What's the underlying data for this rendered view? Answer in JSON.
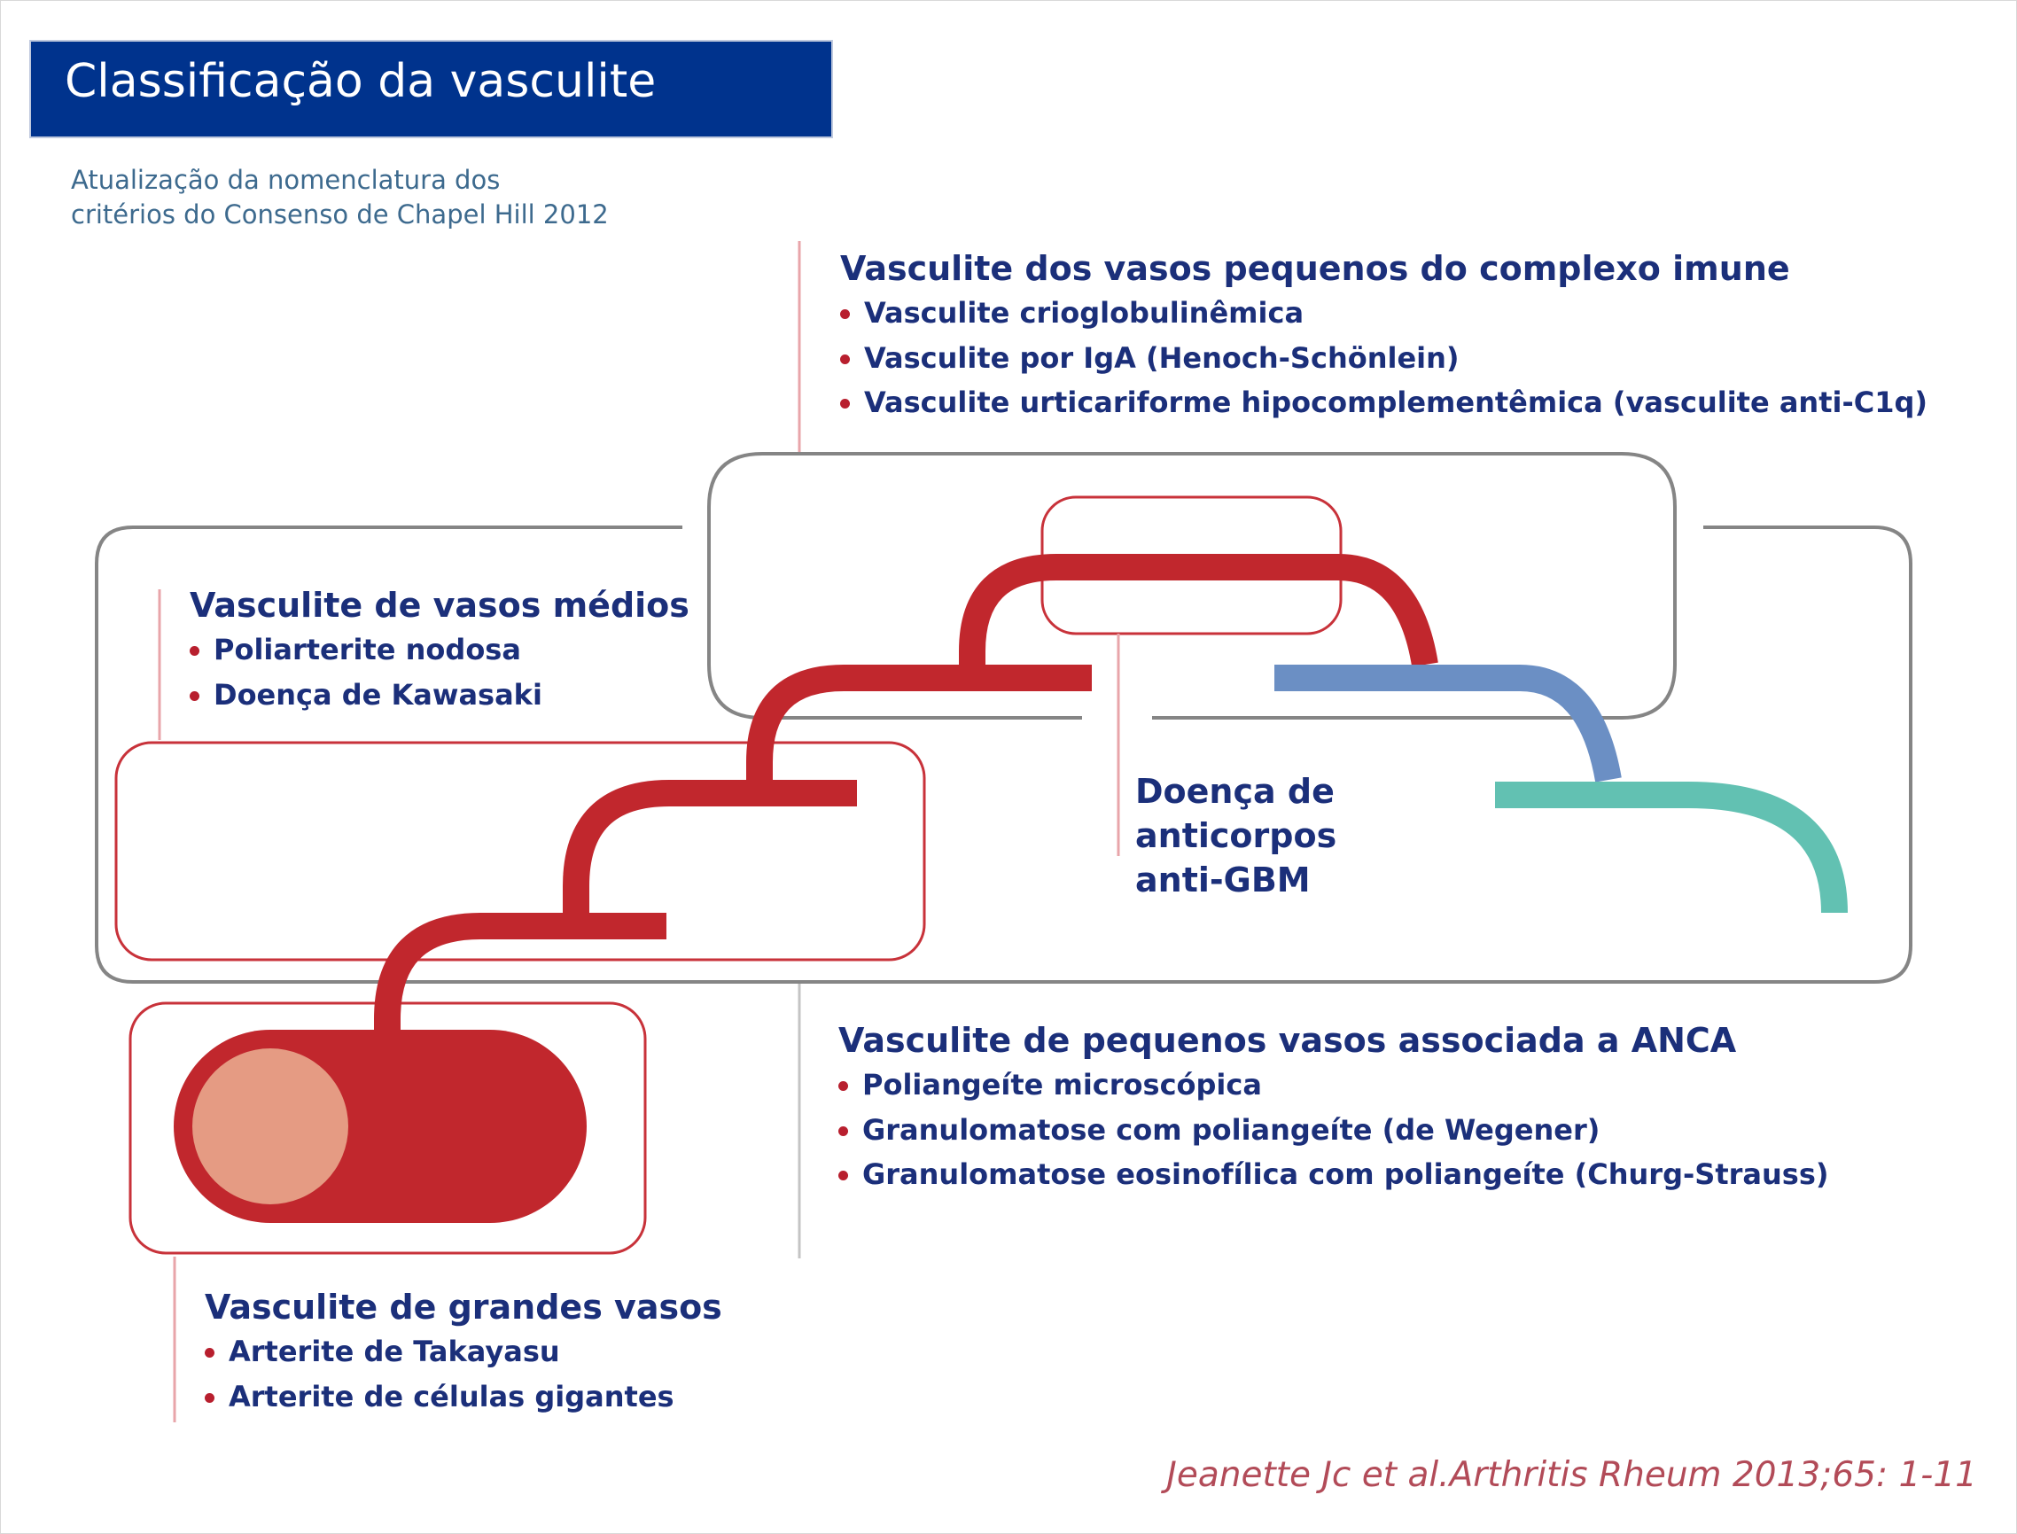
{
  "page": {
    "title": "Classificação da vasculite",
    "subtitle_lines": [
      "Atualização da nomenclatura dos",
      "critérios do Consenso de Chapel Hill 2012"
    ],
    "citation": "Jeanette Jc et al.Arthritis Rheum 2013;65: 1-11"
  },
  "groups": {
    "immune_complex": {
      "title": "Vasculite dos vasos pequenos do complexo imune",
      "items": [
        "Vasculite crioglobulinêmica",
        "Vasculite por IgA (Henoch-Schönlein)",
        "Vasculite urticariforme hipocomplementêmica (vasculite anti-C1q)"
      ]
    },
    "medium": {
      "title": "Vasculite de vasos médios",
      "items": [
        "Poliarterite nodosa",
        "Doença de Kawasaki"
      ]
    },
    "anti_gbm": {
      "title_lines": [
        "Doença de",
        "anticorpos",
        "anti-GBM"
      ]
    },
    "anca": {
      "title": "Vasculite de pequenos vasos associada a ANCA",
      "items": [
        "Poliangeíte microscópica",
        "Granulomatose com poliangeíte (de Wegener)",
        "Granulomatose eosinofílica com poliangeíte (Churg-Strauss)"
      ]
    },
    "large": {
      "title": "Vasculite de grandes vasos",
      "items": [
        "Arterite de Takayasu",
        "Arterite de células gigantes"
      ]
    }
  },
  "colors": {
    "title_bar": "#00338d",
    "heading_text": "#1b2f7a",
    "vessel_red": "#c1272d",
    "vessel_blue": "#6b8fc4",
    "vessel_teal": "#62c1b2",
    "lumen": "#e59b83",
    "bracket_gray": "#858585",
    "bracket_red": "#c8323a",
    "citation": "#b24b58"
  }
}
